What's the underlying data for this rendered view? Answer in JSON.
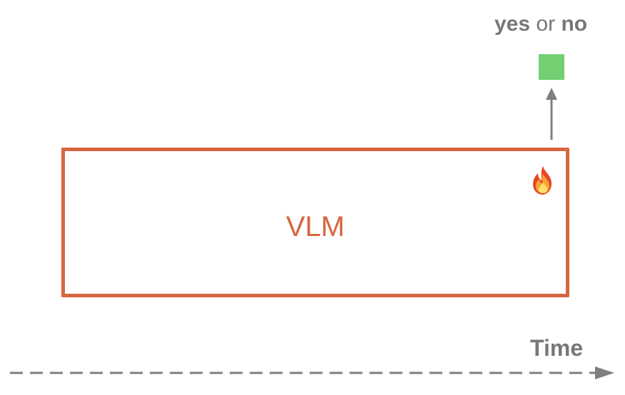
{
  "output": {
    "yes": "yes",
    "or": "or",
    "no": "no"
  },
  "model": {
    "label": "VLM",
    "icon": "fire-icon"
  },
  "axis": {
    "label": "Time"
  },
  "colors": {
    "model": "#d6663f",
    "output_square": "#72cf72",
    "text": "#777777",
    "arrow": "#7f7f7f"
  }
}
